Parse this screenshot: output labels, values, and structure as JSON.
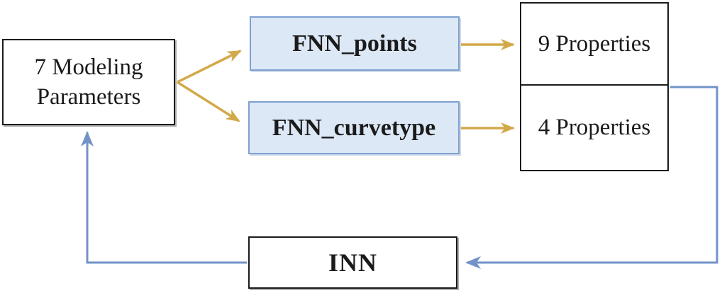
{
  "diagram": {
    "nodes": {
      "params": {
        "label": "7 Modeling Parameters"
      },
      "fnn_points": {
        "label": "FNN_points"
      },
      "fnn_curvetype": {
        "label": "FNN_curvetype"
      },
      "props9": {
        "label": "9 Properties"
      },
      "props4": {
        "label": "4 Properties"
      },
      "inn": {
        "label": "INN"
      }
    },
    "edges": [
      {
        "from": "params",
        "to": "fnn_points",
        "color": "gold"
      },
      {
        "from": "params",
        "to": "fnn_curvetype",
        "color": "gold"
      },
      {
        "from": "fnn_points",
        "to": "props9",
        "color": "gold"
      },
      {
        "from": "fnn_curvetype",
        "to": "props4",
        "color": "gold"
      },
      {
        "from": "props9_props4",
        "to": "inn",
        "color": "blue"
      },
      {
        "from": "inn",
        "to": "params",
        "color": "blue"
      }
    ],
    "colors": {
      "ink": "#1b1b1b",
      "gold": "#d2a94a",
      "blue": "#7293c8",
      "fnnFill": "#dce8f6",
      "fnnBorder": "#7fa0d0"
    }
  }
}
